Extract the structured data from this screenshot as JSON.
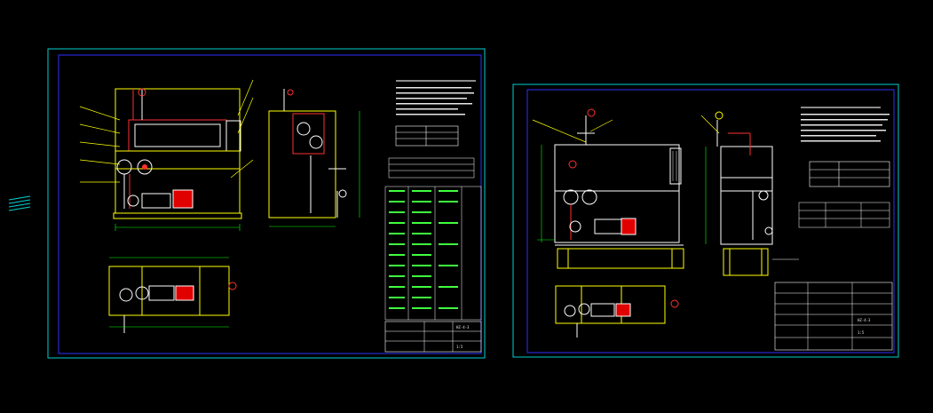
{
  "colors": {
    "background": "#000000",
    "frame_outer": "#00d0d0",
    "frame_inner": "#3030ff",
    "outline": "#ffff00",
    "pipe": "#ffffff",
    "piping": "#ff3030",
    "dimension": "#00ff00",
    "text_green": "#40ff40",
    "text_white": "#e8e8e8",
    "motor": "#e00000",
    "accent_magenta": "#ff40ff"
  },
  "sheets": [
    {
      "id": "sheet-1",
      "title_block": {
        "drawing_no": "HZ-4-3",
        "scale": "1:5"
      }
    },
    {
      "id": "sheet-2",
      "title_block": {
        "drawing_no": "HZ-4-3",
        "scale": "1:5"
      }
    }
  ]
}
